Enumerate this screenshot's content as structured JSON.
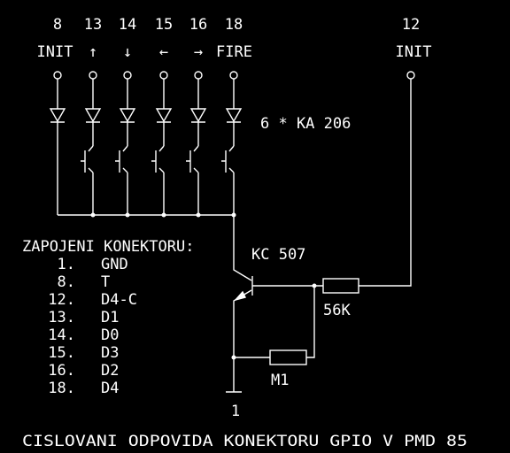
{
  "schematic": {
    "pin_numbers": [
      "8",
      "13",
      "14",
      "15",
      "16",
      "18"
    ],
    "pin_labels": [
      "INIT",
      "↑",
      "↓",
      "←",
      "→",
      "FIRE"
    ],
    "init_pin_number": "12",
    "init_pin_label": "INIT",
    "diodes_label": "6 * KA 206",
    "transistor_label": "KC 507",
    "resistor_base_label": "56K",
    "resistor_feedback_label": "M1",
    "ground_pin_label": "1"
  },
  "connector_table": {
    "heading": "ZAPOJENI KONEKTORU:",
    "rows": [
      {
        "pin": "1.",
        "signal": "GND"
      },
      {
        "pin": "8.",
        "signal": "T"
      },
      {
        "pin": "12.",
        "signal": "D4-C"
      },
      {
        "pin": "13.",
        "signal": "D1"
      },
      {
        "pin": "14.",
        "signal": "D0"
      },
      {
        "pin": "15.",
        "signal": "D3"
      },
      {
        "pin": "16.",
        "signal": "D2"
      },
      {
        "pin": "18.",
        "signal": "D4"
      }
    ]
  },
  "footer": "CISLOVANI ODPOVIDA KONEKTORU GPIO V PMD 85",
  "colors": {
    "background": "#000000",
    "foreground": "#ffffff"
  }
}
